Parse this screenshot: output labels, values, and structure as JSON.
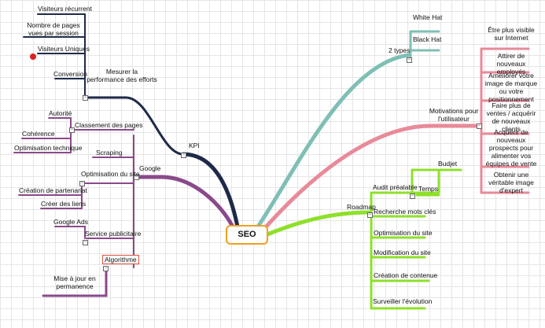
{
  "root": "SEO",
  "colors": {
    "kpi": "#1f2a4a",
    "google": "#8a4a8a",
    "types": "#7fbfb5",
    "motivations": "#e88a99",
    "roadmap": "#8ee02a",
    "alert": "#e02020"
  },
  "kpi": {
    "label": "KPI",
    "branch": "Mesurer la performance des efforts",
    "items": [
      "Visiteurs récurrent",
      "Nombre de pages vues par session",
      "Visiteurs Uniques",
      "Conversion"
    ]
  },
  "google": {
    "label": "Google",
    "classement": {
      "label": "Classement des pages",
      "items": [
        "Autorité",
        "Cohérence",
        "Optimisation technique"
      ]
    },
    "scraping": "Scraping",
    "optimisation": {
      "label": "Optimisation du site",
      "items": [
        "Création de partenariat",
        "Créer des liens"
      ]
    },
    "service": {
      "label": "Service publicitaire",
      "items": [
        "Google Ads"
      ]
    },
    "algorithme": {
      "label": "Algorithme",
      "items": [
        "Mise à jour en permanence"
      ]
    }
  },
  "types": {
    "label": "2 types",
    "items": [
      "White Hat",
      "Black Hat"
    ]
  },
  "motivations": {
    "label": "Motivations pour l'utilisateur",
    "items": [
      "Être plus visible sur Internet",
      "Attirer de nouveaux employés",
      "Améliorer votre image de marque ou votre positionnement",
      "Faire plus de ventes / acquérir de nouveaux clients",
      "Acquérir de nouveaux prospects pour alimenter vos équipes de vente",
      "Obtenir une véritable image d'expert"
    ]
  },
  "roadmap": {
    "label": "Roadmap",
    "audit": {
      "label": "Audit préalable",
      "items": [
        "Budjet",
        "Temps"
      ]
    },
    "items": [
      "Recherche mots clés",
      "Optimisation du site",
      "Modification du site",
      "Création de contenue",
      "Surveiller l'évolution"
    ]
  }
}
